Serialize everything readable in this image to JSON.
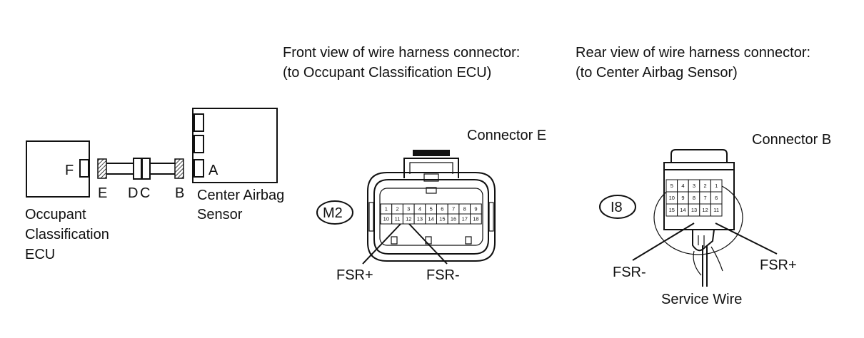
{
  "headings": {
    "front_line1": "Front view of wire harness connector:",
    "front_line2": "(to Occupant Classification ECU)",
    "rear_line1": "Rear view of wire harness connector:",
    "rear_line2": "(to Center Airbag Sensor)"
  },
  "schematic": {
    "ecu_terminal": "F",
    "ecu_name_lines": [
      "Occupant",
      "Classification",
      "ECU"
    ],
    "connector_e": "E",
    "connector_d": "D",
    "connector_c": "C",
    "connector_b": "B",
    "sensor_terminal": "A",
    "sensor_name_lines": [
      "Center Airbag",
      "Sensor"
    ]
  },
  "connector_e": {
    "title": "Connector E",
    "code": "M2",
    "pins_row1": [
      "1",
      "2",
      "3",
      "4",
      "5",
      "6",
      "7",
      "8",
      "9"
    ],
    "pins_row2": [
      "10",
      "11",
      "12",
      "13",
      "14",
      "15",
      "16",
      "17",
      "18"
    ],
    "label_plus": "FSR+",
    "label_minus": "FSR-"
  },
  "connector_b": {
    "title": "Connector B",
    "code": "I8",
    "pins_row1": [
      "5",
      "4",
      "3",
      "2",
      "1"
    ],
    "pins_row2": [
      "10",
      "9",
      "8",
      "7",
      "6"
    ],
    "pins_row3": [
      "15",
      "14",
      "13",
      "12",
      "11"
    ],
    "label_minus": "FSR-",
    "label_plus": "FSR+",
    "service_wire": "Service Wire"
  }
}
